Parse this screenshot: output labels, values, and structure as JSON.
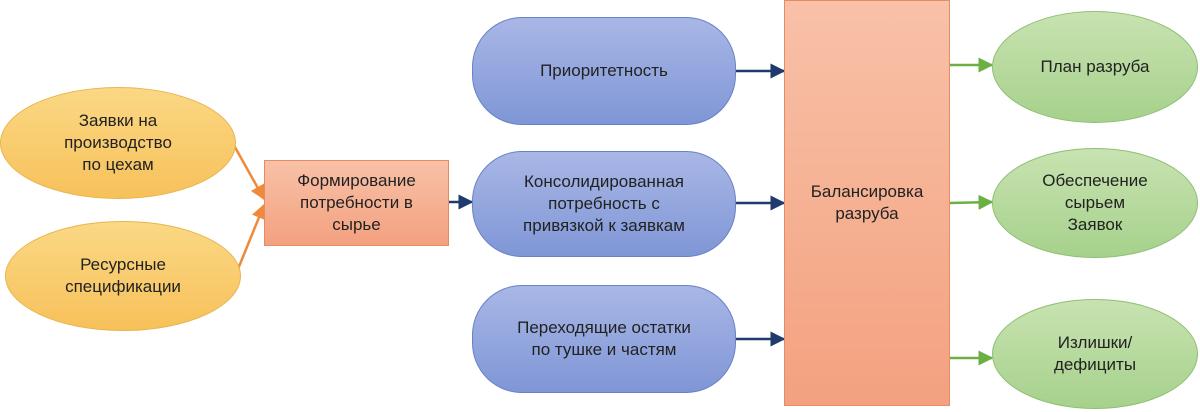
{
  "inputs": {
    "requests": "Заявки на\nпроизводство\nпо цехам",
    "specs": "Ресурсные\nспецификации"
  },
  "formation": "Формирование\nпотребности в\nсырье",
  "middle": {
    "priority": "Приоритетность",
    "consolidated": "Консолидированная\nпотребность с\nпривязкой к заявкам",
    "remains": "Переходящие остатки\nпо тушке и частям"
  },
  "balancing": "Балансировка\nразруба",
  "outputs": {
    "plan": "План разруба",
    "supply": "Обеспечение\nсырьем\nЗаявок",
    "surplus": "Излишки/\nдефициты"
  },
  "colors": {
    "yellow": "#f7c15a",
    "orange": "#f3a17f",
    "blue": "#7f96d6",
    "green": "#a6d18c",
    "arrow_orange": "#ee8a3a",
    "arrow_navy": "#1f3a6d",
    "arrow_green": "#6cb043"
  }
}
